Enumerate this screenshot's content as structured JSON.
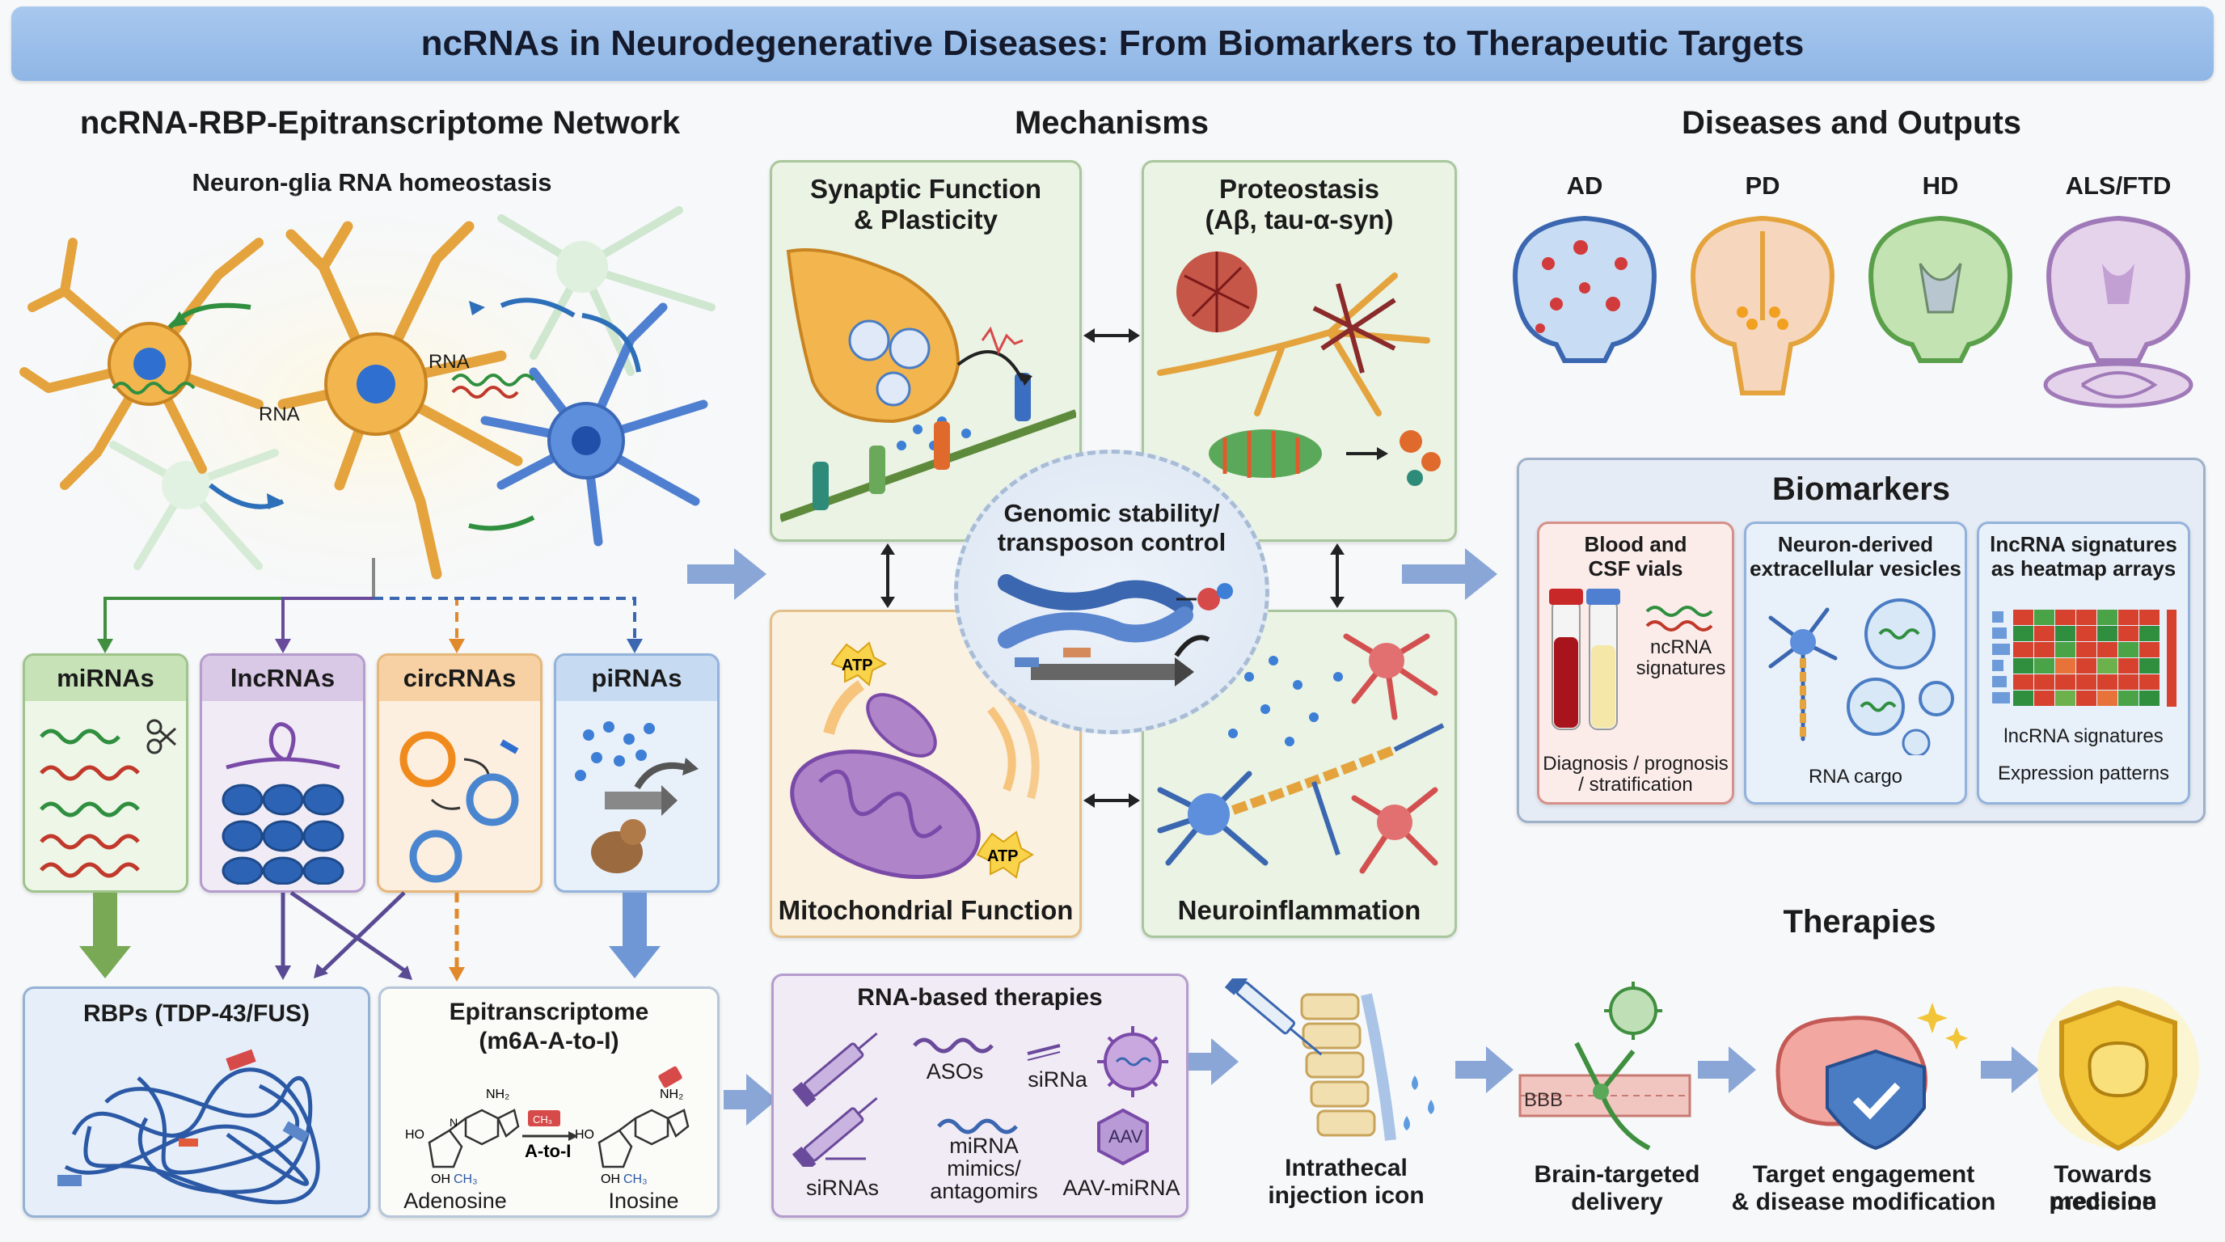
{
  "title": "ncRNAs in Neurodegenerative Diseases: From Biomarkers to Therapeutic Targets",
  "network": {
    "heading": "ncRNA-RBP-Epitranscriptome Network",
    "subheading": "Neuron-glia RNA homeostasis",
    "rna_label_1": "RNA",
    "rna_label_2": "RNA"
  },
  "ncrna_classes": [
    {
      "label": "miRNAs",
      "color": "#c6e2b6"
    },
    {
      "label": "lncRNAs",
      "color": "#d9c8e6"
    },
    {
      "label": "circRNAs",
      "color": "#f7d1a3"
    },
    {
      "label": "piRNAs",
      "color": "#c6daf1"
    }
  ],
  "rbps": {
    "label": "RBPs (TDP-43/FUS)"
  },
  "epitranscriptome": {
    "label_line1": "Epitranscriptome",
    "label_line2": "(m6A-A-to-I)",
    "adenosine": "Adenosine",
    "inosine": "Inosine",
    "conversion": "A-to-I",
    "methyl": "CH₃",
    "nh2": "NH₂",
    "oh": "OH",
    "ho": "HO",
    "ch3_small": "CH₃",
    "n_label": "N"
  },
  "mechanisms": {
    "heading": "Mechanisms",
    "synaptic_line1": "Synaptic Function",
    "synaptic_line2": "& Plasticity",
    "proteostasis_line1": "Proteostasis",
    "proteostasis_line2": "(Aβ, tau-α-syn)",
    "genomic_line1": "Genomic stability/",
    "genomic_line2": "transposon control",
    "mito": "Mitochondrial Function",
    "neuroinflammation": "Neuroinflammation",
    "atp1": "ATP",
    "atp2": "ATP"
  },
  "diseases": {
    "heading": "Diseases and Outputs",
    "items": [
      "AD",
      "PD",
      "HD",
      "ALS/FTD"
    ]
  },
  "biomarkers": {
    "heading": "Biomarkers",
    "blood_line1": "Blood and",
    "blood_line2": "CSF vials",
    "ncrna_sig_line1": "ncRNA",
    "ncrna_sig_line2": "signatures",
    "diag_line1": "Diagnosis / prognosis",
    "diag_line2": "/ stratification",
    "ev_line1": "Neuron-derived",
    "ev_line2": "extracellular vesicles",
    "rna_cargo": "RNA cargo",
    "lnc_line1": "lncRNA signatures",
    "lnc_line2": "as heatmap arrays",
    "lnc_sig": "lncRNA signatures",
    "expr": "Expression patterns"
  },
  "therapies": {
    "heading": "Therapies",
    "rna_box_title": "RNA-based therapies",
    "asos": "ASOs",
    "sirna": "siRNa",
    "sirnas": "siRNAs",
    "mirna_line1": "miRNA",
    "mirna_line2": "mimics/",
    "mirna_line3": "antagomirs",
    "aav_miRNA": "AAV-miRNA",
    "aav": "AAV",
    "intrathecal_line1": "Intrathecal",
    "intrathecal_line2": "injection icon",
    "bbb": "BBB",
    "brain_line1": "Brain-targeted",
    "brain_line2": "delivery",
    "target_line1": "Target engagement",
    "target_line2": "& disease modification",
    "precision_line1": "Towards precision",
    "precision_line2": "medicine"
  }
}
